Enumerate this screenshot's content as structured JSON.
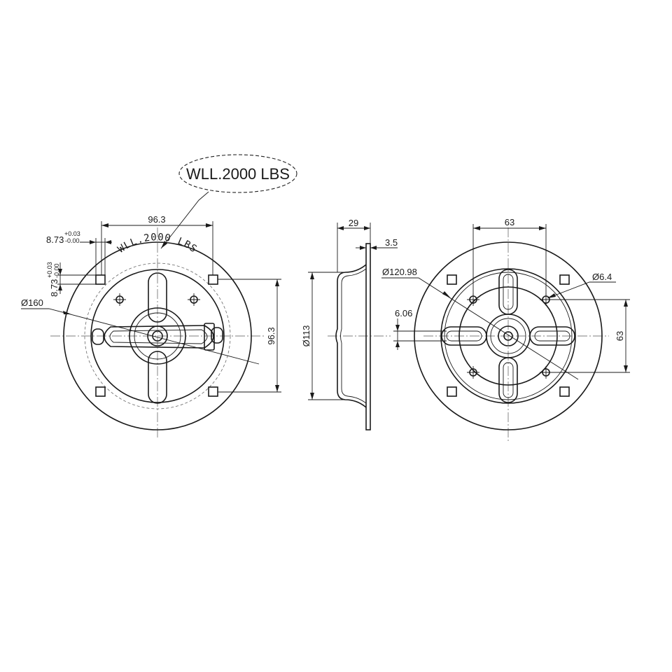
{
  "callout": {
    "label": "WLL.2000 LBS"
  },
  "stamp": {
    "text": "WLL.2000 LBS"
  },
  "front_view": {
    "dim_width": "96.3",
    "dim_height": "96.3",
    "dim_hole_h_nominal": "8.73",
    "dim_hole_h_upper": "+0.03",
    "dim_hole_h_lower": "-0.00",
    "dim_hole_v_nominal": "8.73",
    "dim_hole_v_upper": "+0.03",
    "dim_hole_v_lower": "-0.00",
    "dim_diameter": "Ø160"
  },
  "side_view": {
    "dim_depth": "29",
    "dim_thickness": "3.5",
    "dim_diameter": "Ø113"
  },
  "rear_view": {
    "dim_width": "63",
    "dim_height": "63",
    "dim_diameter": "Ø120.98",
    "dim_hole": "Ø6.4",
    "dim_slot": "6.06"
  }
}
